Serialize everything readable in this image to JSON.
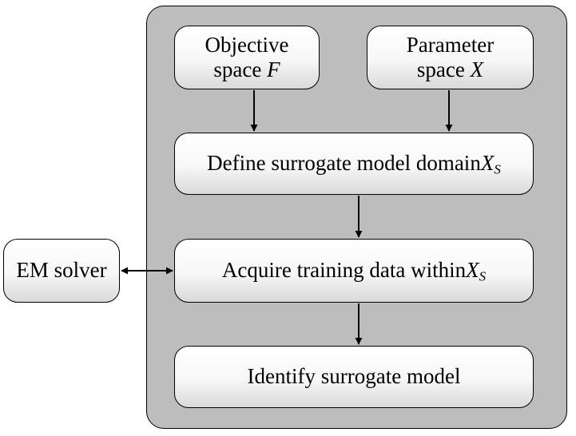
{
  "nodes": {
    "objective": {
      "text": "Objective",
      "line2": "space ",
      "symbol": "F"
    },
    "parameter": {
      "text": "Parameter",
      "line2": "space ",
      "symbol": "X"
    },
    "define": {
      "text": "Define surrogate model domain",
      "symbol": "X",
      "subscript": "S"
    },
    "acquire": {
      "text": "Acquire training data within",
      "symbol": "X",
      "subscript": "S"
    },
    "identify": {
      "text": "Identify surrogate model"
    },
    "em_solver": {
      "text": "EM solver"
    }
  },
  "edges": [
    {
      "from": "objective",
      "to": "define",
      "style": "arrow"
    },
    {
      "from": "parameter",
      "to": "define",
      "style": "arrow"
    },
    {
      "from": "define",
      "to": "acquire",
      "style": "arrow"
    },
    {
      "from": "acquire",
      "to": "identify",
      "style": "arrow"
    },
    {
      "from": "em_solver",
      "to": "acquire",
      "style": "double-arrow"
    }
  ],
  "colors": {
    "container_fill": "#bdbdbd",
    "box_fill_top": "#ffffff",
    "box_fill_bottom": "#d9d9d9",
    "stroke": "#000000"
  }
}
